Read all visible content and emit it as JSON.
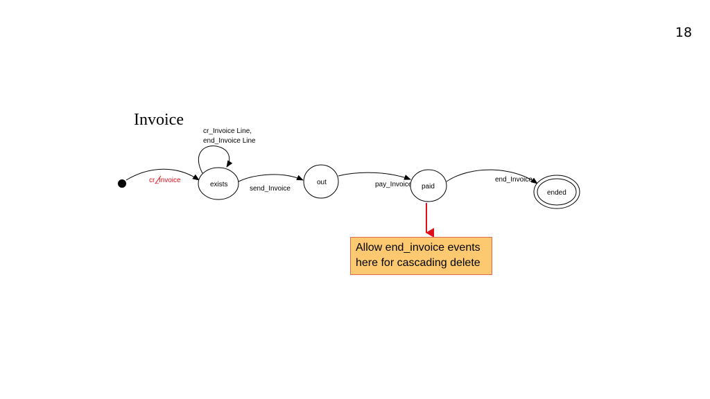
{
  "slide": {
    "number": "18"
  },
  "diagram": {
    "title": "Invoice",
    "states": {
      "exists": "exists",
      "out": "out",
      "paid": "paid",
      "ended": "ended"
    },
    "transitions": {
      "create": "cr_Invoice",
      "self_loop_line1": "cr_Invoice Line,",
      "self_loop_line2": "end_Invoice Line",
      "send": "send_Invoice",
      "pay": "pay_Invoice",
      "end": "end_Invoice"
    },
    "colors": {
      "highlight": "#e0101a",
      "note_fill": "#fcc970",
      "note_border": "#e06a4a"
    }
  },
  "annotation": {
    "line1": "Allow end_invoice events",
    "line2": "here for cascading delete"
  }
}
